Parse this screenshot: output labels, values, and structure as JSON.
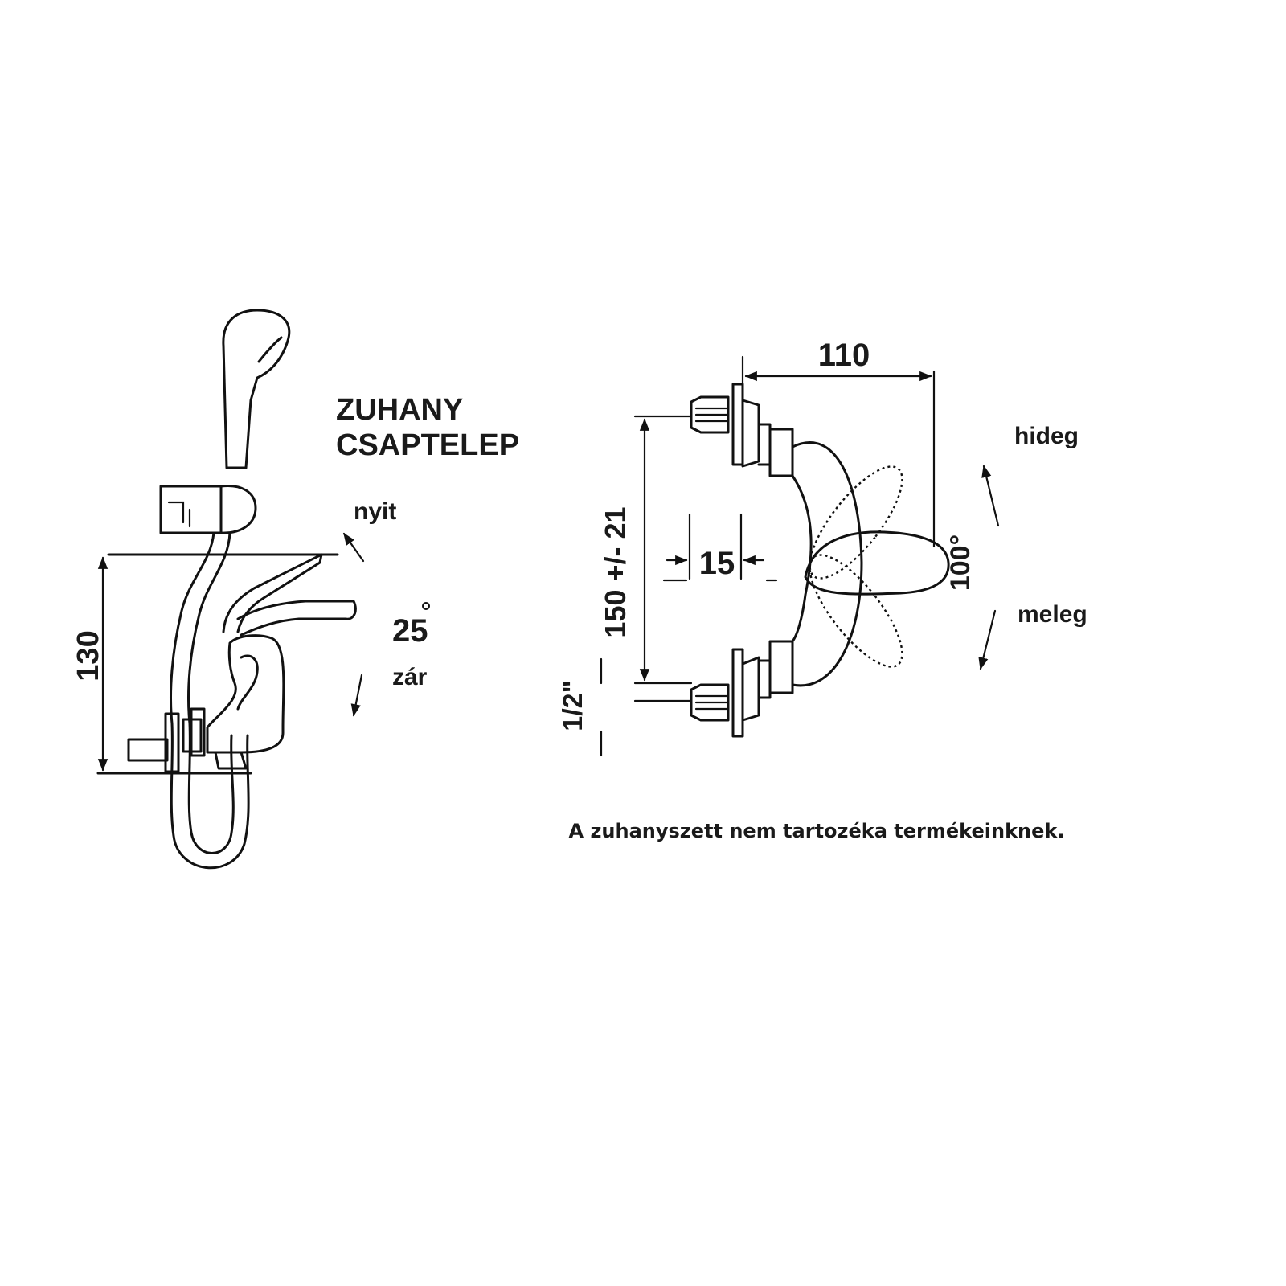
{
  "title": {
    "line1": "ZUHANY",
    "line2": "CSAPTELEP"
  },
  "side_view": {
    "open_label": "nyit",
    "close_label": "zár",
    "angle_label": "25",
    "height_dimension": "130"
  },
  "top_view": {
    "width_dimension": "110",
    "spacing_dimension": "150 +/- 21",
    "offset_dimension": "15",
    "pipe_dimension": "1/2\"",
    "rotation_angle": "100°",
    "cold_label": "hideg",
    "hot_label": "meleg"
  },
  "note": "A zuhanyszett nem tartozéka termékeinknek.",
  "colors": {
    "line": "#111111",
    "background": "#ffffff"
  }
}
